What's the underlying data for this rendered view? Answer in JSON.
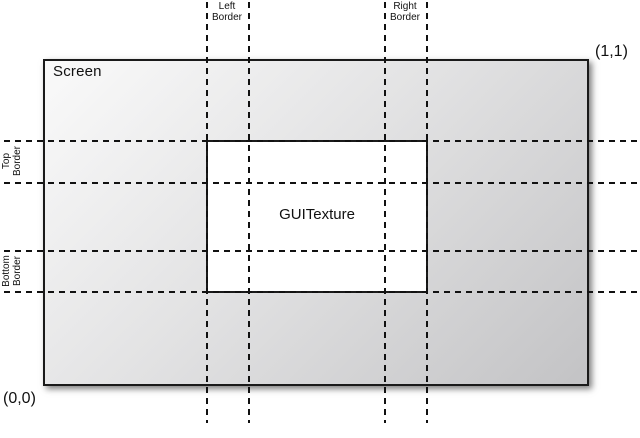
{
  "diagram": {
    "screen": {
      "label": "Screen"
    },
    "texture": {
      "label": "GUITexture"
    },
    "coords": {
      "top_right": "(1,1)",
      "bottom_left": "(0,0)"
    },
    "borders": {
      "left": {
        "line1": "Left",
        "line2": "Border"
      },
      "right": {
        "line1": "Right",
        "line2": "Border"
      },
      "top": {
        "line1": "Top",
        "line2": "Border"
      },
      "bottom": {
        "line1": "Bottom",
        "line2": "Border"
      }
    },
    "colors": {
      "background": "#ffffff",
      "screen_gradient_start": "#fafafa",
      "screen_gradient_end": "#c3c3c5",
      "texture_fill": "#ffffff",
      "outline": "#1a1a1a",
      "dashed_line": "#111111",
      "text": "#111111"
    }
  }
}
